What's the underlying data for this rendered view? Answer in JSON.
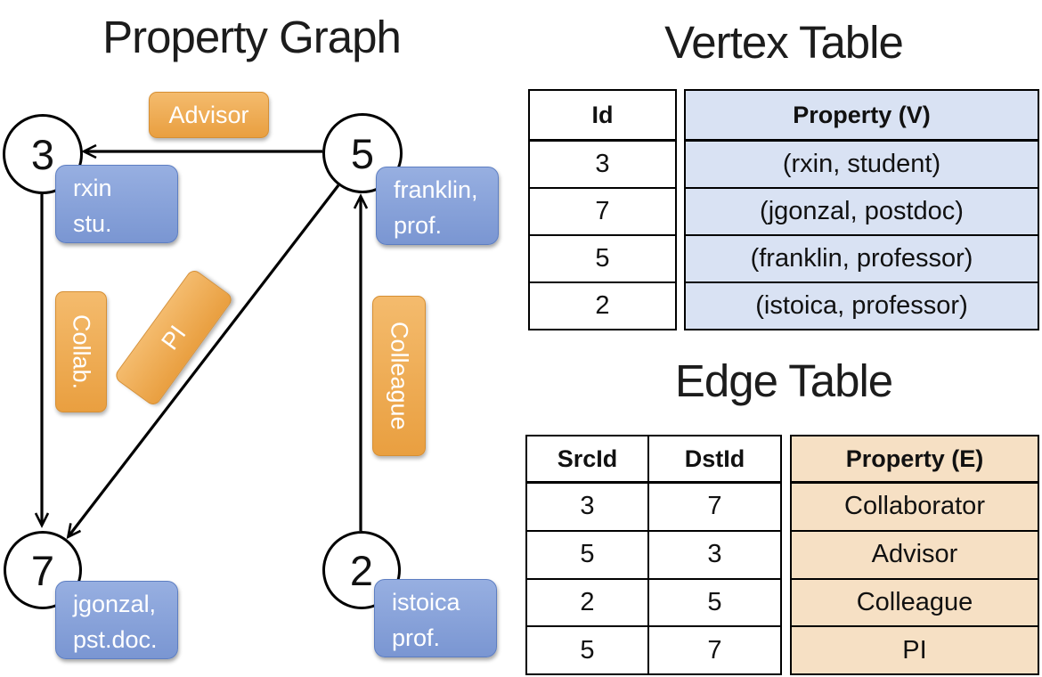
{
  "graph": {
    "title": "Property Graph",
    "nodes": [
      {
        "id": "3",
        "property_lines": [
          "rxin",
          "stu."
        ]
      },
      {
        "id": "5",
        "property_lines": [
          "franklin,",
          "prof."
        ]
      },
      {
        "id": "7",
        "property_lines": [
          "jgonzal,",
          "pst.doc."
        ]
      },
      {
        "id": "2",
        "property_lines": [
          "istoica",
          "prof."
        ]
      }
    ],
    "edges": [
      {
        "label": "Advisor",
        "src": "5",
        "dst": "3"
      },
      {
        "label": "Collab.",
        "src": "3",
        "dst": "7"
      },
      {
        "label": "PI",
        "src": "5",
        "dst": "7"
      },
      {
        "label": "Colleague",
        "src": "2",
        "dst": "5"
      }
    ]
  },
  "vertex_table": {
    "title": "Vertex Table",
    "columns": [
      "Id",
      "Property (V)"
    ],
    "rows": [
      [
        "3",
        "(rxin, student)"
      ],
      [
        "7",
        "(jgonzal, postdoc)"
      ],
      [
        "5",
        "(franklin, professor)"
      ],
      [
        "2",
        "(istoica, professor)"
      ]
    ]
  },
  "edge_table": {
    "title": "Edge Table",
    "columns": [
      "SrcId",
      "DstId",
      "Property (E)"
    ],
    "rows": [
      [
        "3",
        "7",
        "Collaborator"
      ],
      [
        "5",
        "3",
        "Advisor"
      ],
      [
        "2",
        "5",
        "Colleague"
      ],
      [
        "5",
        "7",
        "PI"
      ]
    ]
  },
  "colors": {
    "edge_label_orange": "#ED9F40",
    "vertex_property_blue": "#7E9CD4",
    "vertex_table_property_bg": "#D9E2F3",
    "edge_table_property_bg": "#F6E0C4",
    "line_color": "#000000"
  }
}
